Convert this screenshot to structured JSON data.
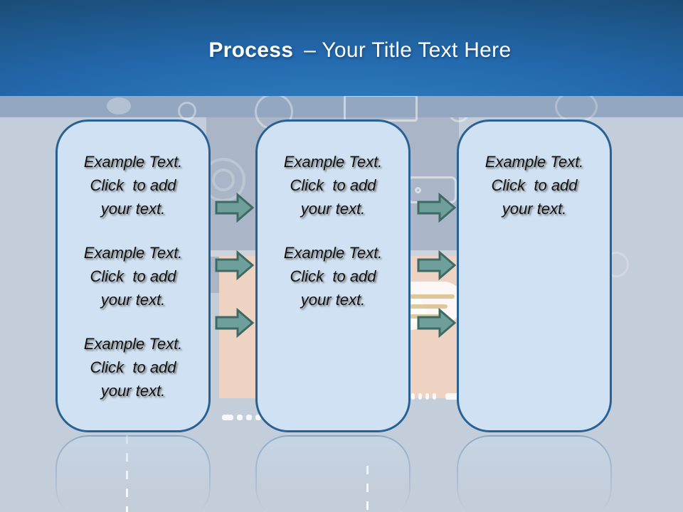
{
  "title": {
    "keyword": "Process",
    "rest": "– Your Title Text Here"
  },
  "panels": [
    {
      "name": "step-1",
      "blocks": [
        {
          "lines": [
            "Example Text.",
            "Click  to add",
            "your text."
          ]
        },
        {
          "lines": [
            "Example Text.",
            "Click  to add",
            "your text."
          ]
        },
        {
          "lines": [
            "Example Text.",
            "Click  to add",
            "your text."
          ]
        }
      ]
    },
    {
      "name": "step-2",
      "blocks": [
        {
          "lines": [
            "Example Text.",
            "Click  to add",
            "your text."
          ]
        },
        {
          "lines": [
            "Example Text.",
            "Click  to add",
            "your text."
          ]
        }
      ]
    },
    {
      "name": "step-3",
      "blocks": [
        {
          "lines": [
            "Example Text.",
            "Click  to add",
            "your text."
          ]
        }
      ]
    }
  ],
  "arrows": {
    "direction": "right",
    "count": 6
  },
  "colors": {
    "header_top": "#15395a",
    "header_bottom": "#2368ac",
    "band": "#93a7c0",
    "background": "#c4ceda",
    "panel_fill": "#cfe1f2",
    "panel_border": "#2a6195",
    "arrow_fill": "#6f9f9b",
    "arrow_border": "#3f6a64",
    "body_text": "#121212",
    "title_text": "#ffffff",
    "mid_block": "#aab6c7",
    "peach_block": "#eed2c2"
  }
}
